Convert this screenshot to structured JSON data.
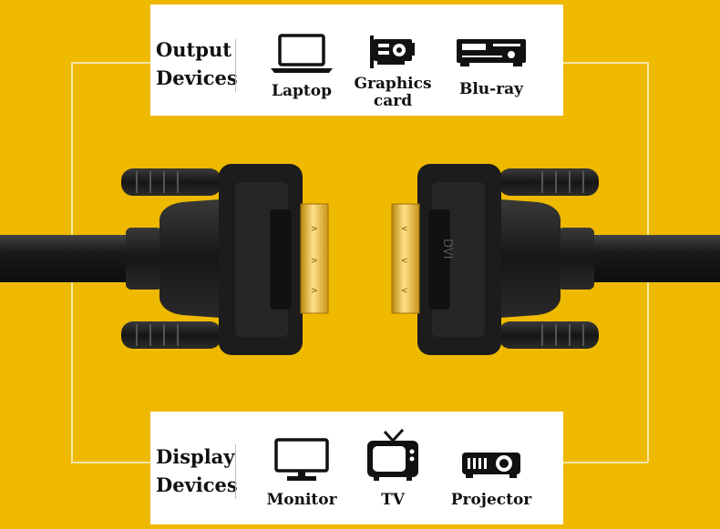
{
  "output": {
    "label_line1": "Output",
    "label_line2": "Devices",
    "items": [
      {
        "label": "Laptop",
        "icon": "laptop-icon"
      },
      {
        "label_line1": "Graphics",
        "label_line2": "card",
        "icon": "graphics-card-icon"
      },
      {
        "label": "Blu-ray",
        "icon": "blu-ray-player-icon"
      }
    ]
  },
  "display": {
    "label_line1": "Display",
    "label_line2": "Devices",
    "items": [
      {
        "label": "Monitor",
        "icon": "monitor-icon"
      },
      {
        "label": "TV",
        "icon": "tv-icon"
      },
      {
        "label": "Projector",
        "icon": "projector-icon"
      }
    ]
  },
  "connector": {
    "imprint": "DVI"
  },
  "colors": {
    "background": "#efb900",
    "panel": "#ffffff",
    "cable": "#1b1b1b",
    "pins": "#e8b52a",
    "frame_line": "#f6e7a6"
  }
}
